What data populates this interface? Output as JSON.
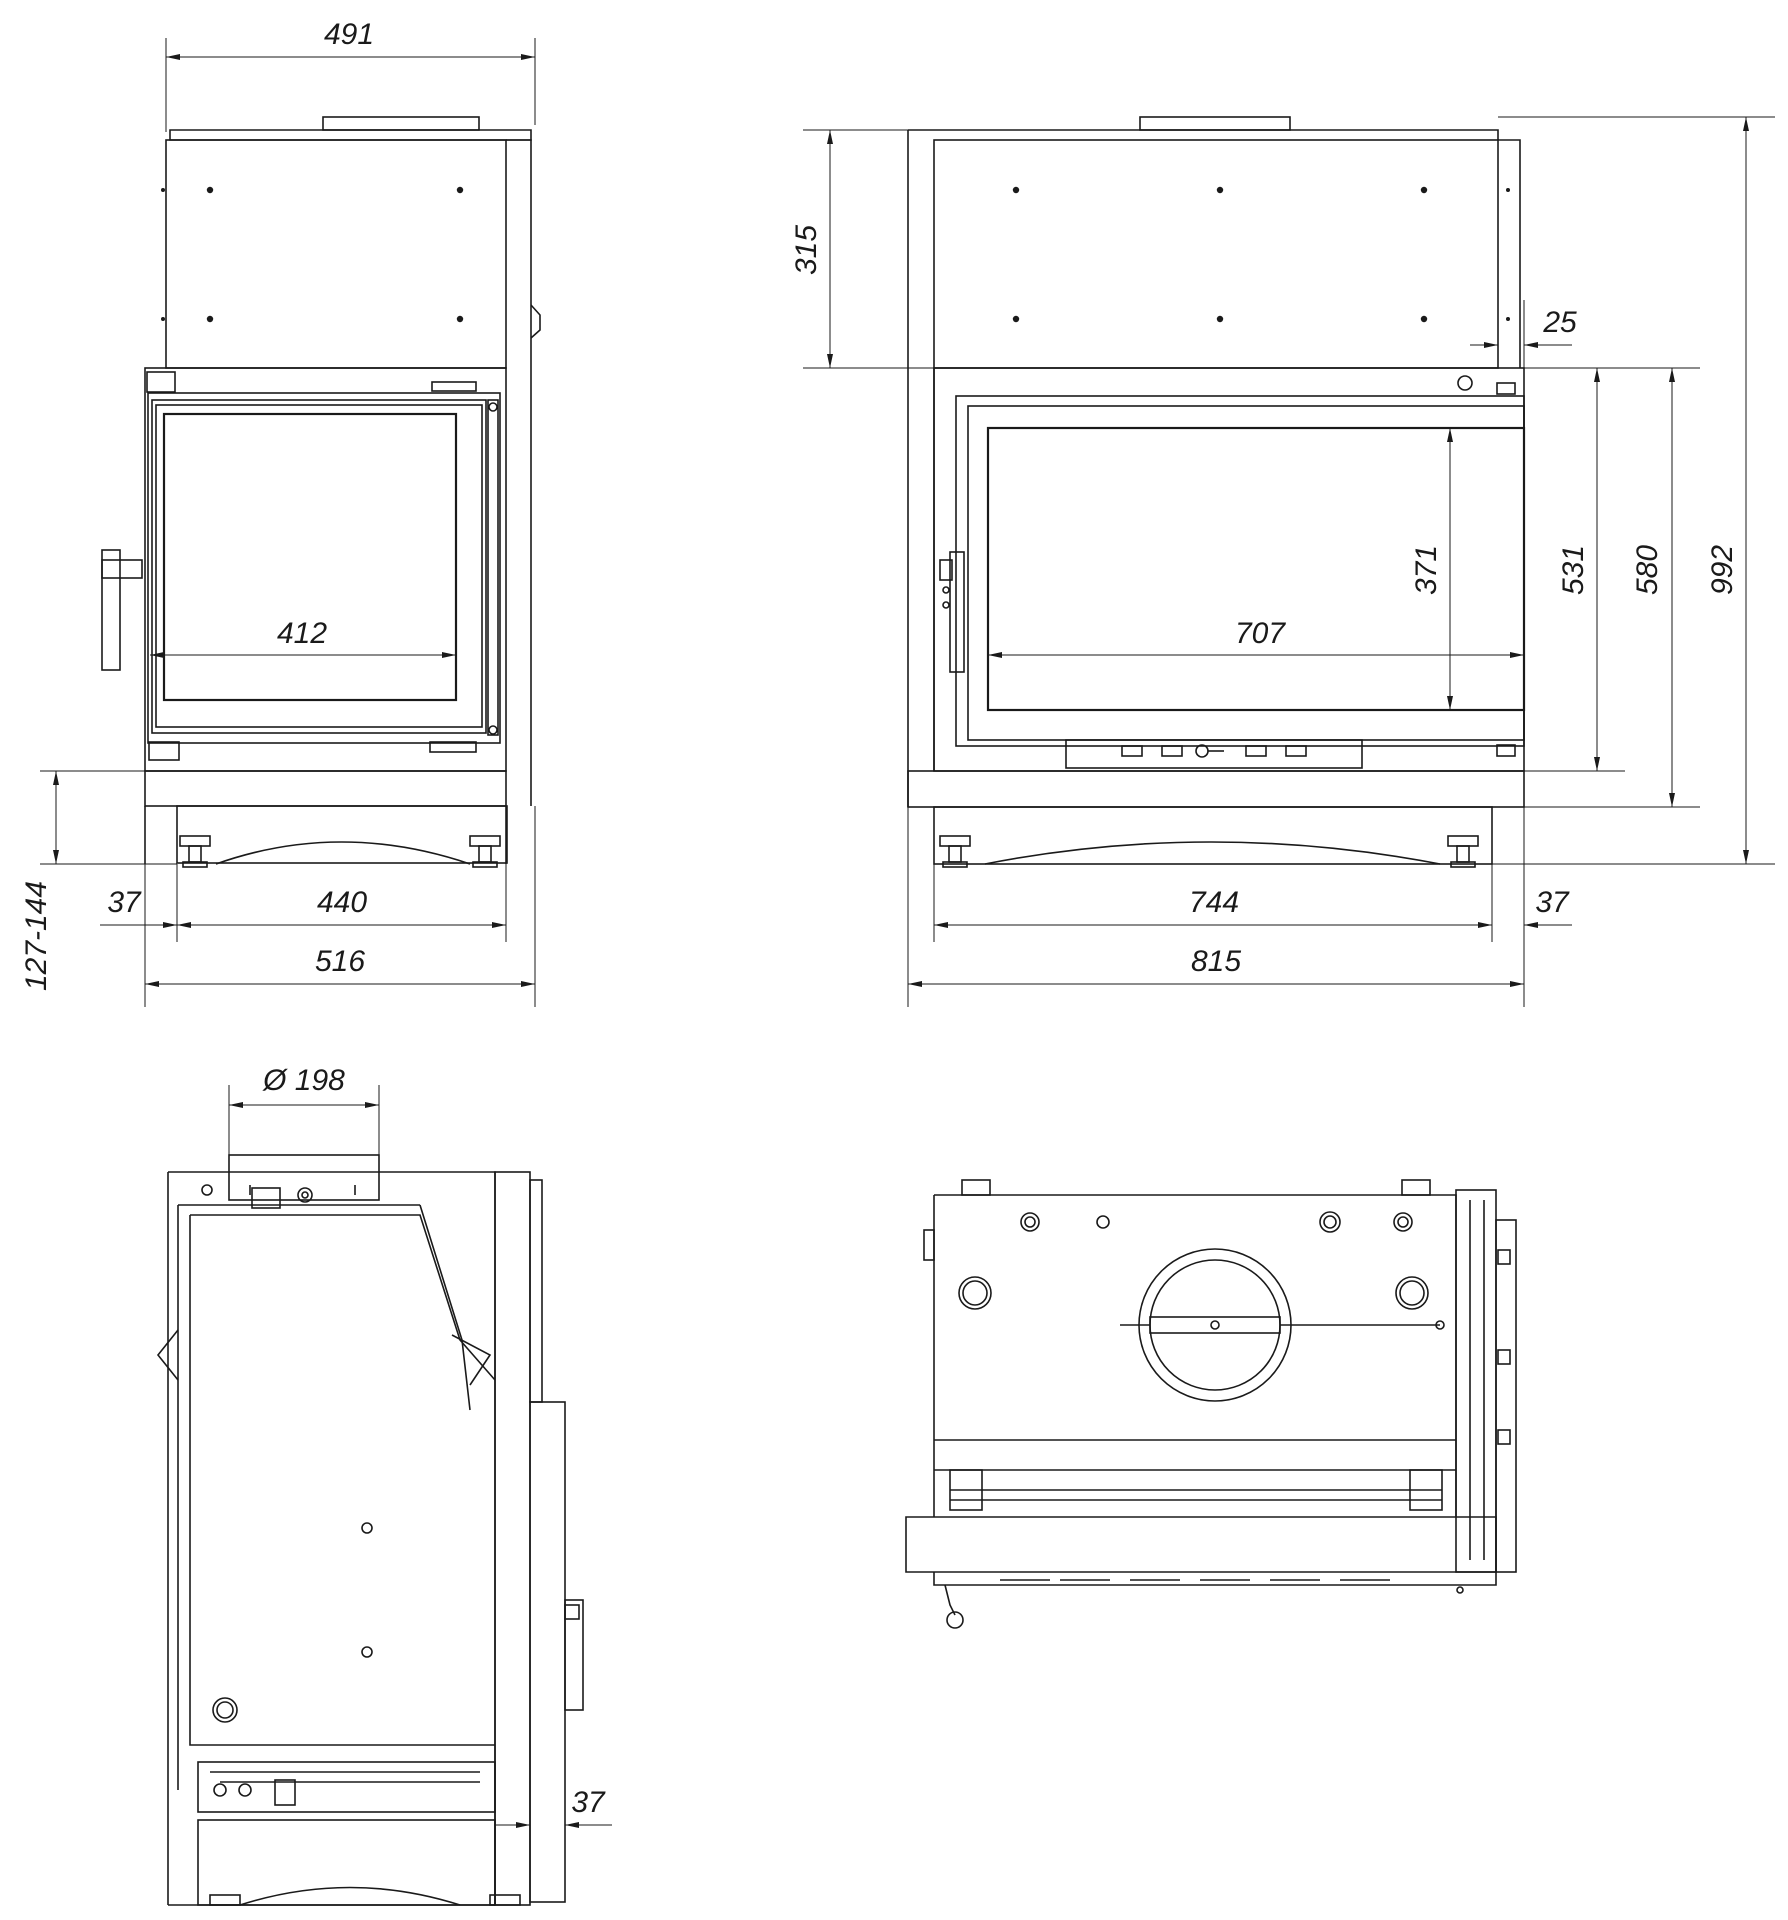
{
  "front_view": {
    "dim_total_width": "491",
    "dim_glass_width": "412",
    "dim_leg_offset": "37",
    "dim_leg_span": "440",
    "dim_base_width": "516",
    "dim_leg_height": "127-144"
  },
  "side_view": {
    "dim_hood_height": "315",
    "dim_frame_offset": "25",
    "dim_glass_height": "371",
    "dim_door_height": "531",
    "dim_body_height": "580",
    "dim_total_height": "992",
    "dim_glass_width": "707",
    "dim_leg_span": "744",
    "dim_leg_offset": "37",
    "dim_base_width": "815"
  },
  "section_view": {
    "dim_flue_diameter": "Ø 198",
    "dim_frame_offset": "37"
  },
  "colors": {
    "line": "#1a1a1a",
    "background": "#ffffff"
  }
}
